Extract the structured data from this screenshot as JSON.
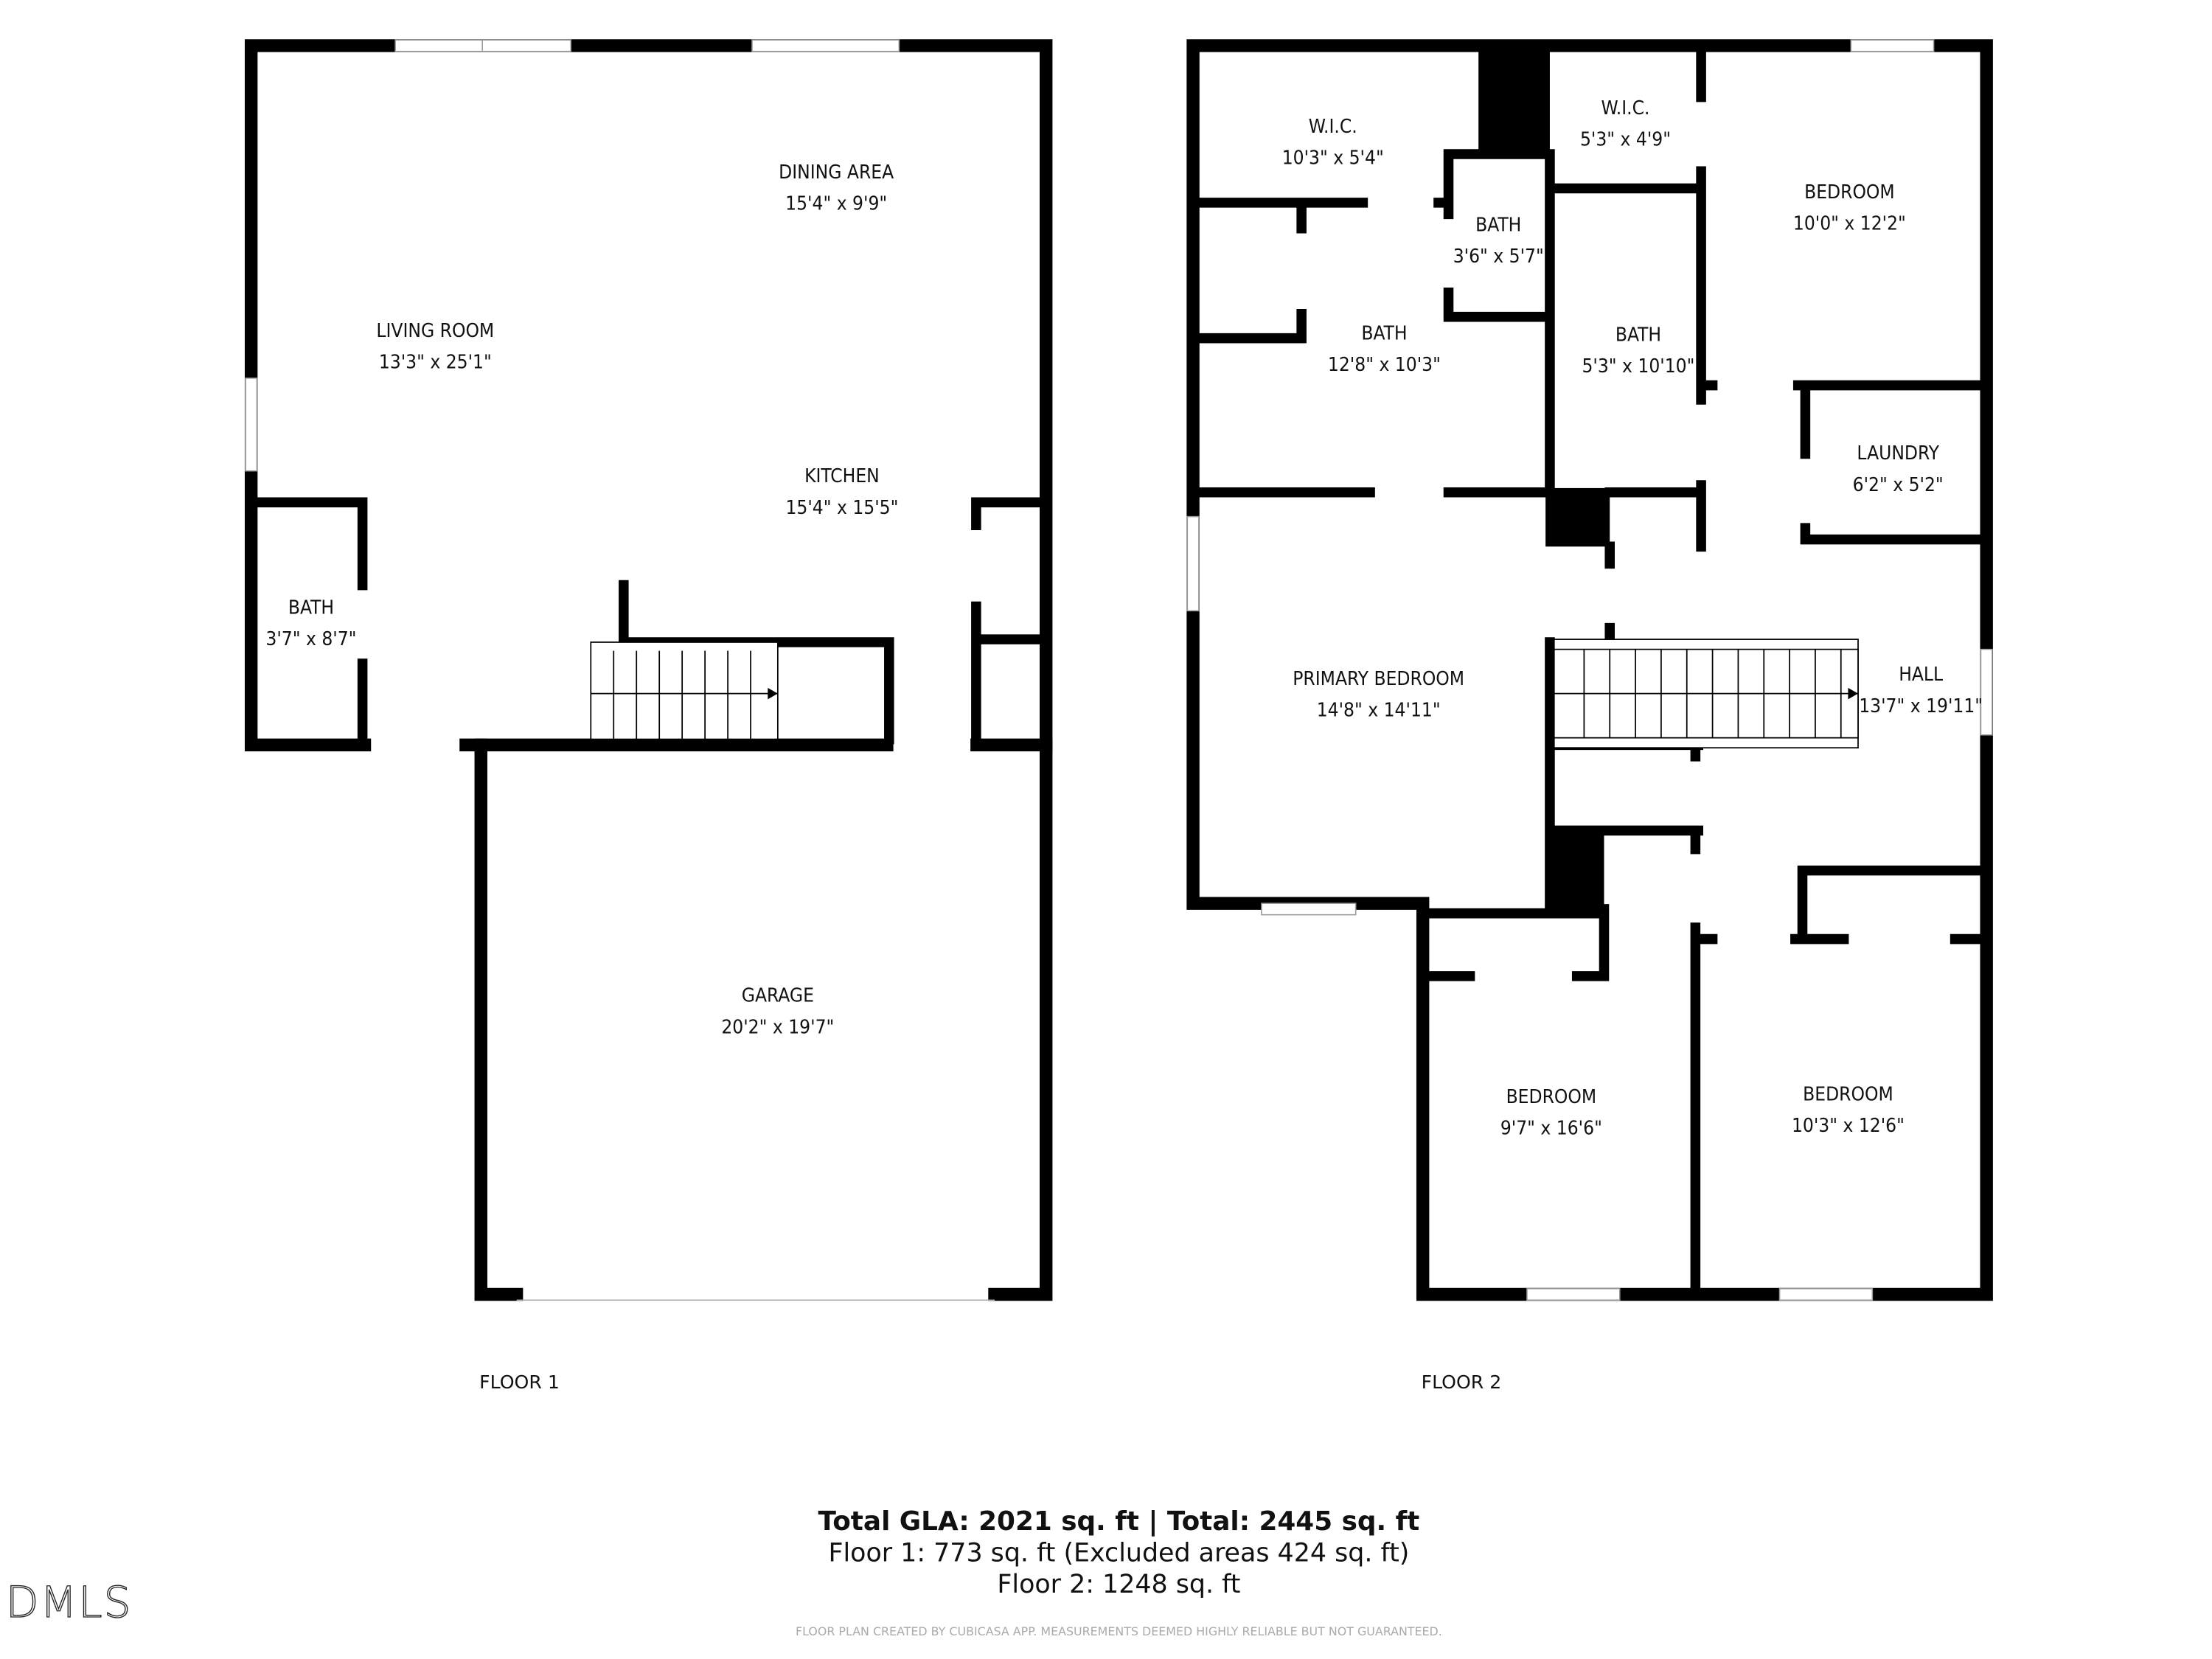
{
  "floor1": {
    "label": "FLOOR 1",
    "rooms": [
      {
        "name": "LIVING ROOM",
        "dims": "13'3\" x 25'1\""
      },
      {
        "name": "DINING AREA",
        "dims": "15'4\" x 9'9\""
      },
      {
        "name": "KITCHEN",
        "dims": "15'4\" x 15'5\""
      },
      {
        "name": "BATH",
        "dims": "3'7\" x 8'7\""
      },
      {
        "name": "GARAGE",
        "dims": "20'2\" x 19'7\""
      }
    ]
  },
  "floor2": {
    "label": "FLOOR 2",
    "rooms": [
      {
        "name": "W.I.C.",
        "dims": "10'3\" x 5'4\""
      },
      {
        "name": "W.I.C.",
        "dims": "5'3\" x 4'9\""
      },
      {
        "name": "BATH",
        "dims": "3'6\" x 5'7\""
      },
      {
        "name": "BEDROOM",
        "dims": "10'0\" x 12'2\""
      },
      {
        "name": "BATH",
        "dims": "12'8\" x 10'3\""
      },
      {
        "name": "BATH",
        "dims": "5'3\" x 10'10\""
      },
      {
        "name": "LAUNDRY",
        "dims": "6'2\" x 5'2\""
      },
      {
        "name": "PRIMARY BEDROOM",
        "dims": "14'8\" x 14'11\""
      },
      {
        "name": "HALL",
        "dims": "13'7\" x 19'11\""
      },
      {
        "name": "BEDROOM",
        "dims": "9'7\" x 16'6\""
      },
      {
        "name": "BEDROOM",
        "dims": "10'3\" x 12'6\""
      }
    ]
  },
  "summary": {
    "total": "Total GLA: 2021 sq. ft | Total: 2445 sq. ft",
    "floor1": "Floor 1: 773 sq. ft (Excluded areas 424 sq. ft)",
    "floor2": "Floor 2: 1248 sq. ft"
  },
  "disclaimer": "FLOOR PLAN CREATED BY CUBICASA APP. MEASUREMENTS DEEMED HIGHLY RELIABLE BUT NOT GUARANTEED.",
  "logo": "DMLS"
}
